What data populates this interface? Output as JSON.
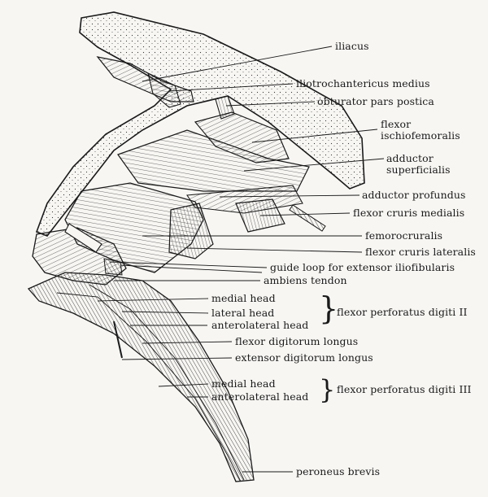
{
  "labels": {
    "iliacus": "iliacus",
    "iliotrochantericus_medius": "iliotrochantericus medius",
    "obturator": "obturator pars postica",
    "flexor_ischio_1": "flexor",
    "flexor_ischio_2": "ischiofemoralis",
    "adductor_sup_1": "adductor",
    "adductor_sup_2": "superficialis",
    "adductor_profundus": "adductor profundus",
    "flexor_cruris_medialis": "flexor cruris medialis",
    "femorocruralis": "femorocruralis",
    "flexor_cruris_lateralis": "flexor cruris lateralis",
    "guide_loop": "guide loop for extensor iliofibularis",
    "ambiens_tendon": "ambiens tendon",
    "fpd2_medial": "medial head",
    "fpd2_lateral": "lateral head",
    "fpd2_anterolateral": "anterolateral head",
    "fpd2_group": "flexor perforatus digiti II",
    "flexor_digitorum_longus": "flexor digitorum longus",
    "extensor_digitorum_longus": "extensor digitorum longus",
    "fpd3_medial": "medial head",
    "fpd3_anterolateral": "anterolateral head",
    "fpd3_group": "flexor perforatus digiti III",
    "peroneus_brevis": "peroneus brevis"
  },
  "colors": {
    "ink": "#1a1a1a",
    "paper": "#f7f6f3"
  }
}
